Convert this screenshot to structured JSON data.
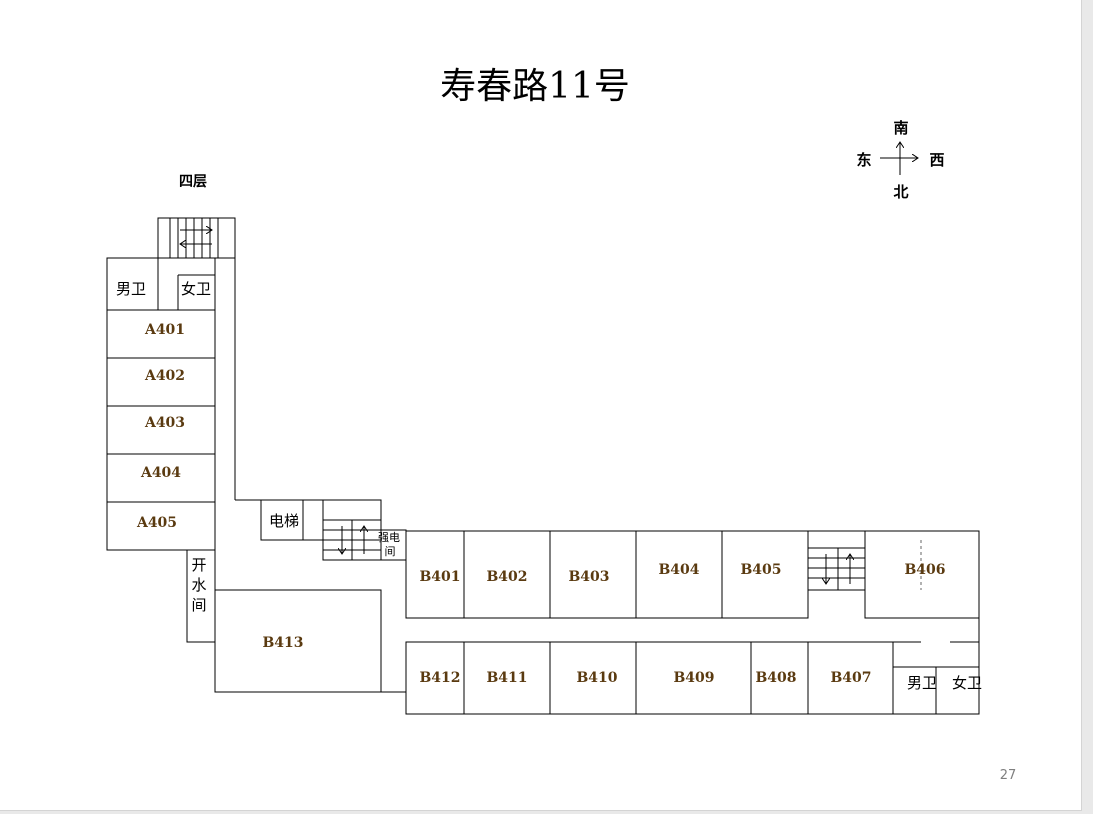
{
  "title": "寿春路11号",
  "floor": "四层",
  "compass": {
    "north_top": "南",
    "bottom": "北",
    "left": "东",
    "right": "西"
  },
  "wing_a": {
    "restroom_men": "男卫",
    "restroom_women": "女卫",
    "rooms": [
      "A401",
      "A402",
      "A403",
      "A404",
      "A405"
    ],
    "water_room": "开水间"
  },
  "elevator": "电梯",
  "electric_room": "强电间",
  "wing_b": {
    "south_rooms": [
      "B401",
      "B402",
      "B403",
      "B404",
      "B405",
      "B406"
    ],
    "north_rooms": [
      "B412",
      "B411",
      "B410",
      "B409",
      "B408",
      "B407"
    ],
    "big_room": "B413",
    "restroom_men": "男卫",
    "restroom_women": "女卫"
  },
  "page_number": "27",
  "colors": {
    "room_label": "#5a3a10",
    "page_number": "#7f7f7f"
  }
}
